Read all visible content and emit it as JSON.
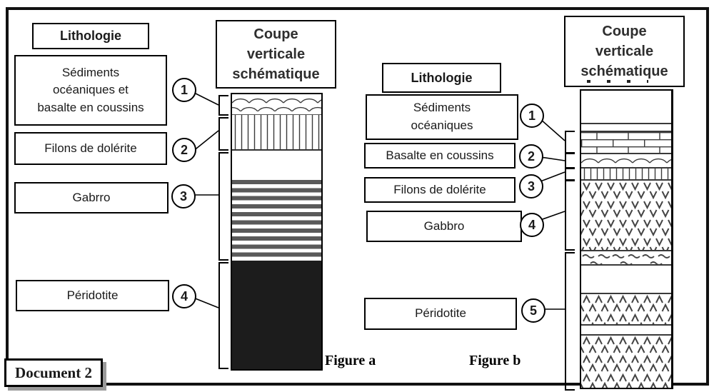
{
  "document_label": "Document 2",
  "colors": {
    "stripe_gray": "#5a5a5a",
    "peridotite_black": "#1c1c1c",
    "line_black": "#000000"
  },
  "figure_a": {
    "title": "Coupe\nverticale\nschématique",
    "caption": "Figure a",
    "lithologie_header": "Lithologie",
    "labels": [
      {
        "num": "1",
        "text": "Sédiments\nocéaniques et\nbasalte en coussins"
      },
      {
        "num": "2",
        "text": "Filons de dolérite"
      },
      {
        "num": "3",
        "text": "Gabrro"
      },
      {
        "num": "4",
        "text": "Péridotite"
      }
    ]
  },
  "figure_b": {
    "title": "Coupe\nverticale\nschématique",
    "caption": "Figure b",
    "lithologie_header": "Lithologie",
    "labels": [
      {
        "num": "1",
        "text": "Sédiments\nocéaniques"
      },
      {
        "num": "2",
        "text": "Basalte en coussins"
      },
      {
        "num": "3",
        "text": "Filons de dolérite"
      },
      {
        "num": "4",
        "text": "Gabbro"
      },
      {
        "num": "5",
        "text": "Péridotite"
      }
    ]
  }
}
